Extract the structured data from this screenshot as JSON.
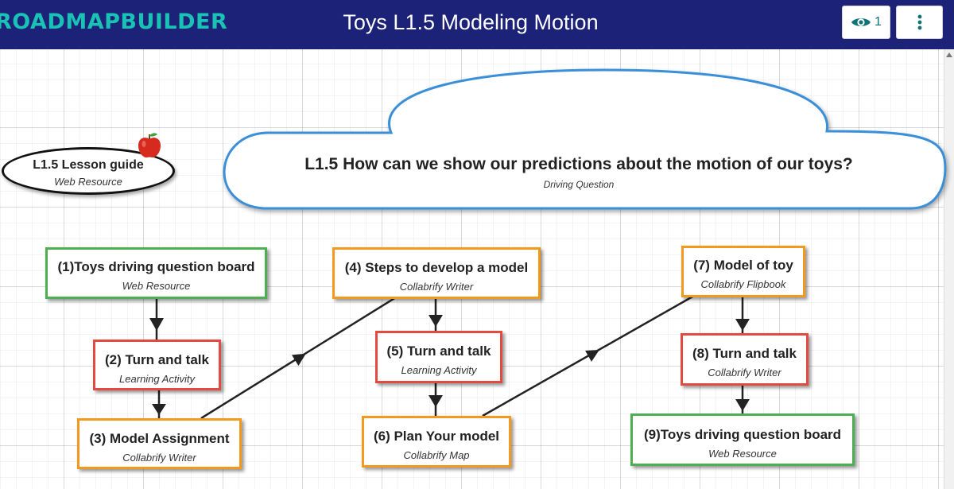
{
  "app": {
    "logo": "ROADMAPBUILDER",
    "title": "Toys L1.5 Modeling Motion"
  },
  "toolbar": {
    "views_count": "1"
  },
  "colors": {
    "topbar": "#1b2278",
    "logo": "#19c2b4",
    "green": "#4caf50",
    "red": "#e34b40",
    "orange": "#f39a1c",
    "cloud_border": "#3b8fd9"
  },
  "lesson_guide": {
    "title": "L1.5 Lesson guide",
    "type": "Web Resource",
    "icon": "apple-icon"
  },
  "driving_question": {
    "title": "L1.5 How can we show our predictions about the motion of our toys?",
    "type": "Driving Question"
  },
  "nodes": [
    {
      "title": "(1)Toys driving question board",
      "type": "Web Resource"
    },
    {
      "title": "(2) Turn and talk",
      "type": "Learning Activity"
    },
    {
      "title": "(3) Model Assignment",
      "type": "Collabrify Writer"
    },
    {
      "title": "(4) Steps to develop a model",
      "type": "Collabrify Writer"
    },
    {
      "title": "(5) Turn and talk",
      "type": "Learning Activity"
    },
    {
      "title": "(6) Plan Your model",
      "type": "Collabrify Map"
    },
    {
      "title": "(7) Model of toy",
      "type": "Collabrify Flipbook"
    },
    {
      "title": "(8) Turn and talk",
      "type": "Collabrify Writer"
    },
    {
      "title": "(9)Toys driving question board",
      "type": "Web Resource"
    }
  ]
}
